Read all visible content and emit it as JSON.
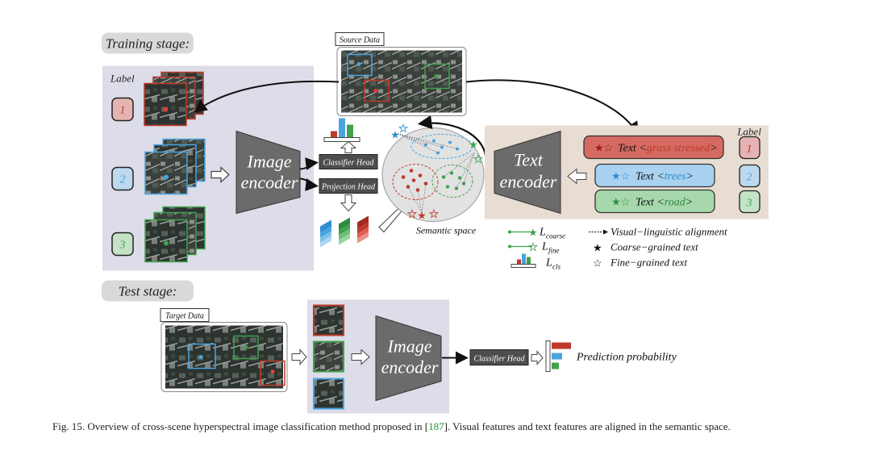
{
  "stages": {
    "training": "Training stage:",
    "test": "Test stage:"
  },
  "labels": {
    "left_label": "Label",
    "right_label": "Label",
    "source_data": "Source Data",
    "target_data": "Target Data",
    "image_encoder_l1": "Image",
    "image_encoder_l2": "encoder",
    "text_encoder_l1": "Text",
    "text_encoder_l2": "encoder",
    "classifier_head": "Classifier Head",
    "projection_head": "Projection Head",
    "semantic_space": "Semantic space",
    "prediction_probability": "Prediction probability"
  },
  "class_labels": [
    "1",
    "2",
    "3"
  ],
  "text_prompts": [
    {
      "prefix": "Text <",
      "class_name": "grass stressed",
      "suffix": ">"
    },
    {
      "prefix": "Text <",
      "class_name": "trees",
      "suffix": ">"
    },
    {
      "prefix": "Text <",
      "class_name": "road",
      "suffix": ">"
    }
  ],
  "legend": {
    "coarse": "coarse",
    "fine": "fine",
    "cls": "cls",
    "L": "L",
    "visual_alignment": "Visual−linguistic alignment",
    "coarse_text": "Coarse−grained text",
    "fine_text": "Fine−grained text"
  },
  "caption": {
    "prefix": "Fig. 15.  Overview of cross-scene hyperspectral image classification method proposed in [",
    "ref": "187",
    "suffix": "]. Visual features and text features are aligned in the semantic space."
  },
  "colors": {
    "red": "#c0392b",
    "blue": "#4aa3df",
    "green": "#3fa34d",
    "panel_left": "#dcdde8",
    "panel_right": "#e8ddd3",
    "encoder": "#6b6b6b"
  }
}
